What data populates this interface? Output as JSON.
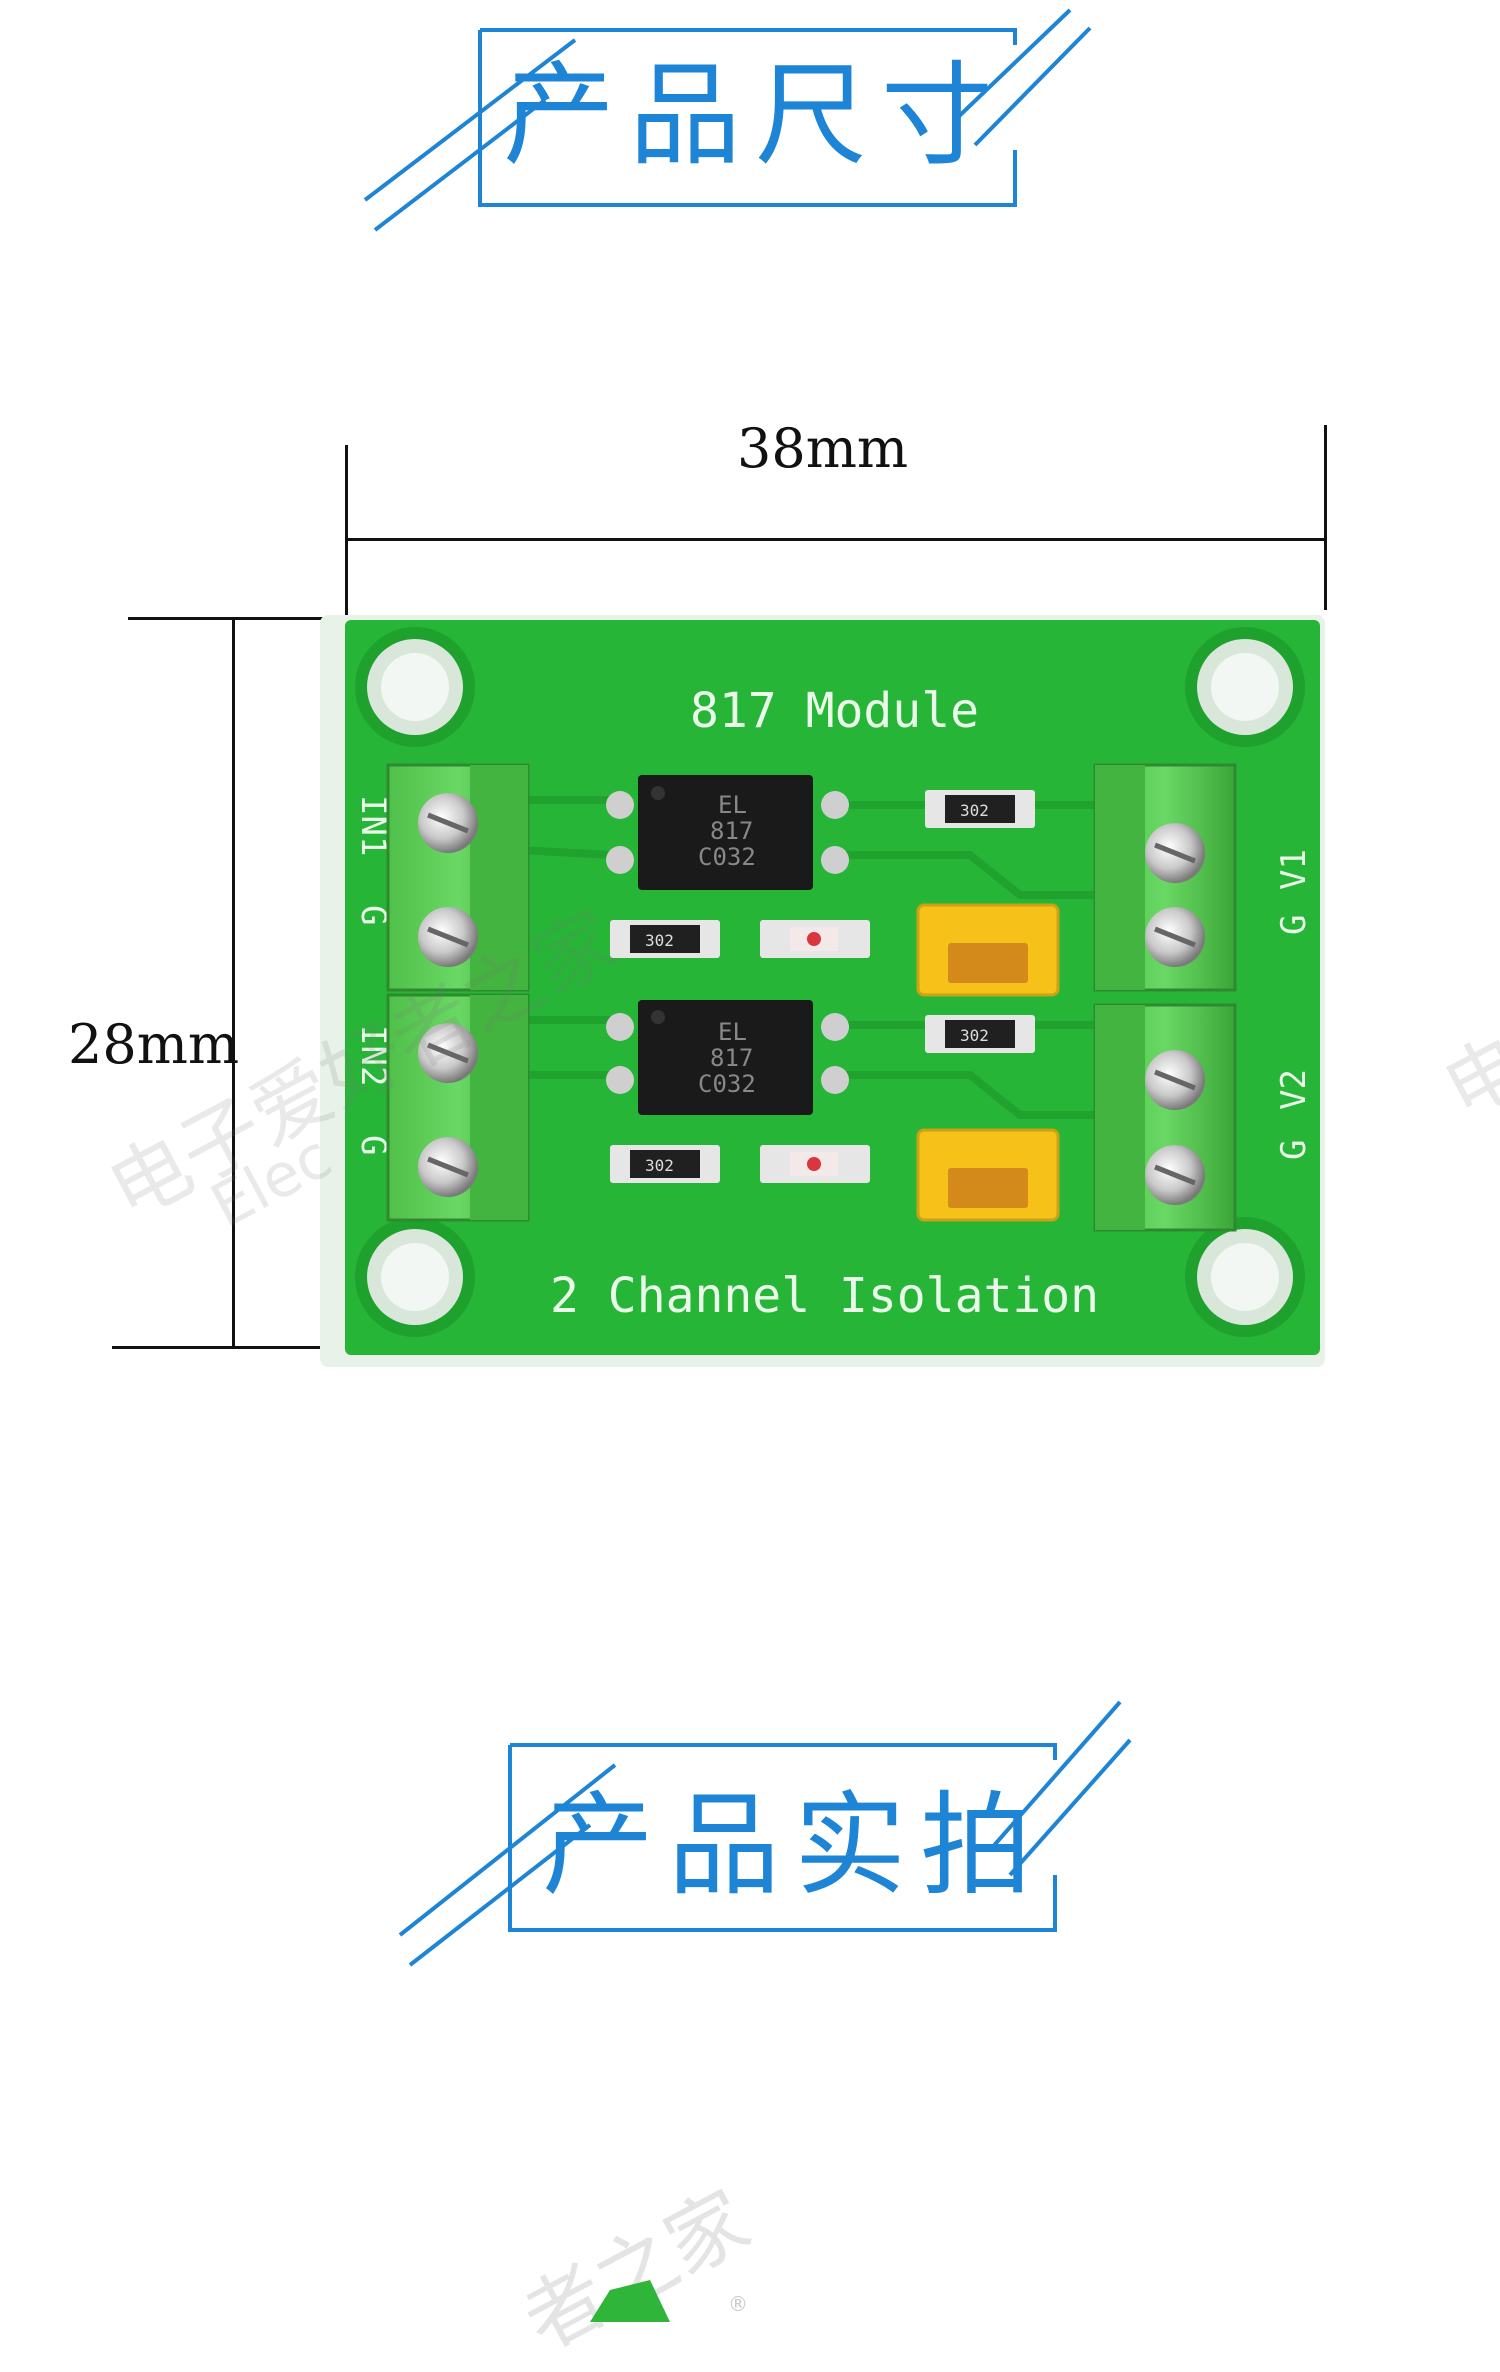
{
  "banners": {
    "size_title": "产品尺寸",
    "photo_title": "产品实拍"
  },
  "dimensions": {
    "width_label": "38mm",
    "height_label": "28mm"
  },
  "board": {
    "title": "817 Module",
    "subtitle": "2 Channel Isolation",
    "left_labels": [
      "IN1",
      "G",
      "IN2",
      "G"
    ],
    "right_labels": [
      "V1",
      "G",
      "V2",
      "G"
    ],
    "chip_lines": [
      "EL",
      "817",
      "C032"
    ],
    "resistor_code": "302"
  },
  "watermark": {
    "text_main": "电子爱好者之家",
    "text_en": "Elec",
    "text_side": "电",
    "text_bottom": "者之家",
    "reg": "®"
  },
  "colors": {
    "accent": "#1d84d6",
    "pcb": "#27b537",
    "terminal": "#5fce5a",
    "jumper": "#f6c21a"
  }
}
